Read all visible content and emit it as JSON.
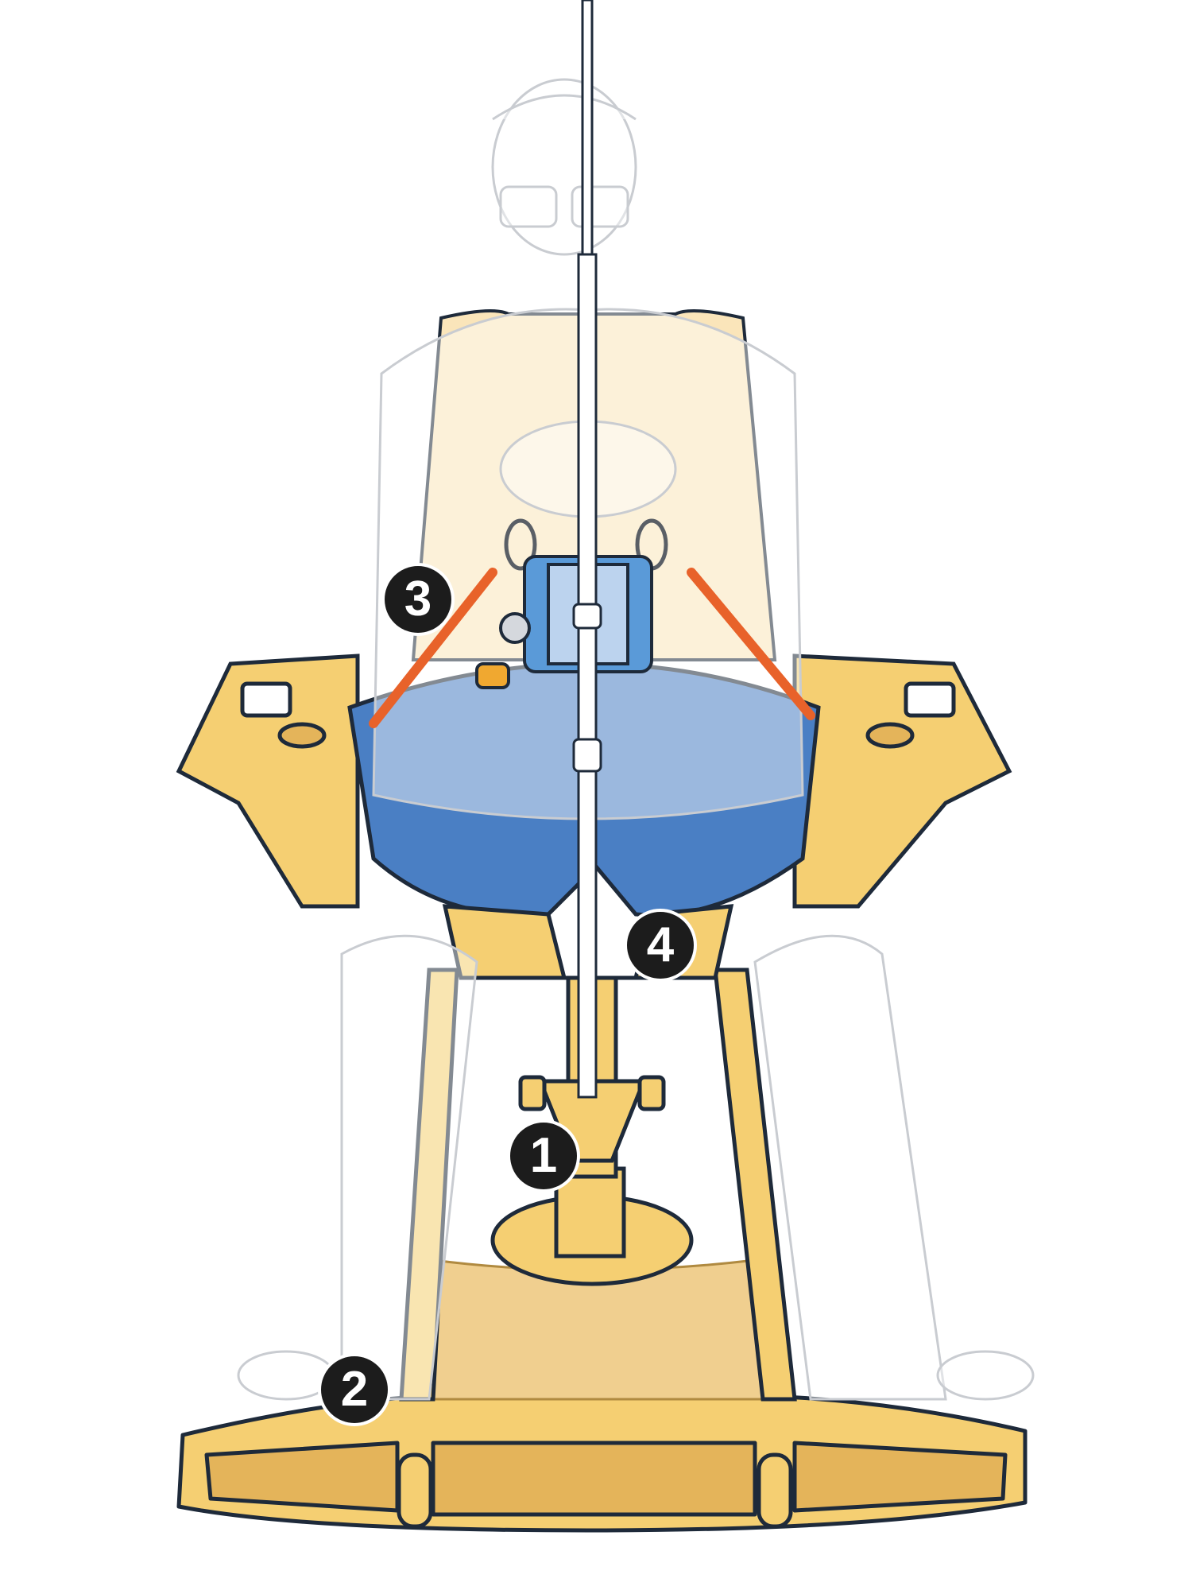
{
  "callouts": [
    {
      "id": "1",
      "label": "1"
    },
    {
      "id": "2",
      "label": "2"
    },
    {
      "id": "3",
      "label": "3"
    },
    {
      "id": "4",
      "label": "4"
    }
  ],
  "colors": {
    "chair_yellow": "#f5cf72",
    "chair_outline": "#1e2a3a",
    "cushion_blue": "#4a7fc4",
    "harness_orange": "#e8622a",
    "reel_blue": "#5a9ad8",
    "angler_outline": "#c9ccd1"
  }
}
